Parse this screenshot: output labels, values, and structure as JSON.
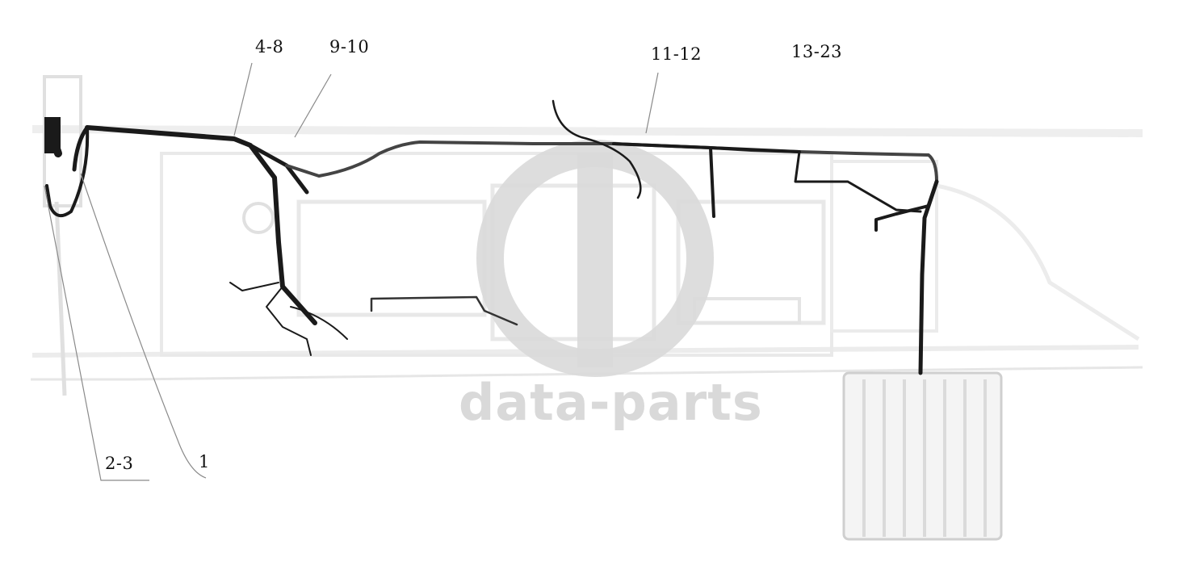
{
  "diagram": {
    "callouts": [
      "1",
      "2-3",
      "4-8",
      "9-10",
      "11-12",
      "13-23"
    ]
  },
  "watermark": {
    "text": "data-parts",
    "color": "#d6d6d6"
  },
  "colors": {
    "harness": "#1a1a1a",
    "engine_outline": "#e4e4e4",
    "leader": "#8a8a8a"
  }
}
